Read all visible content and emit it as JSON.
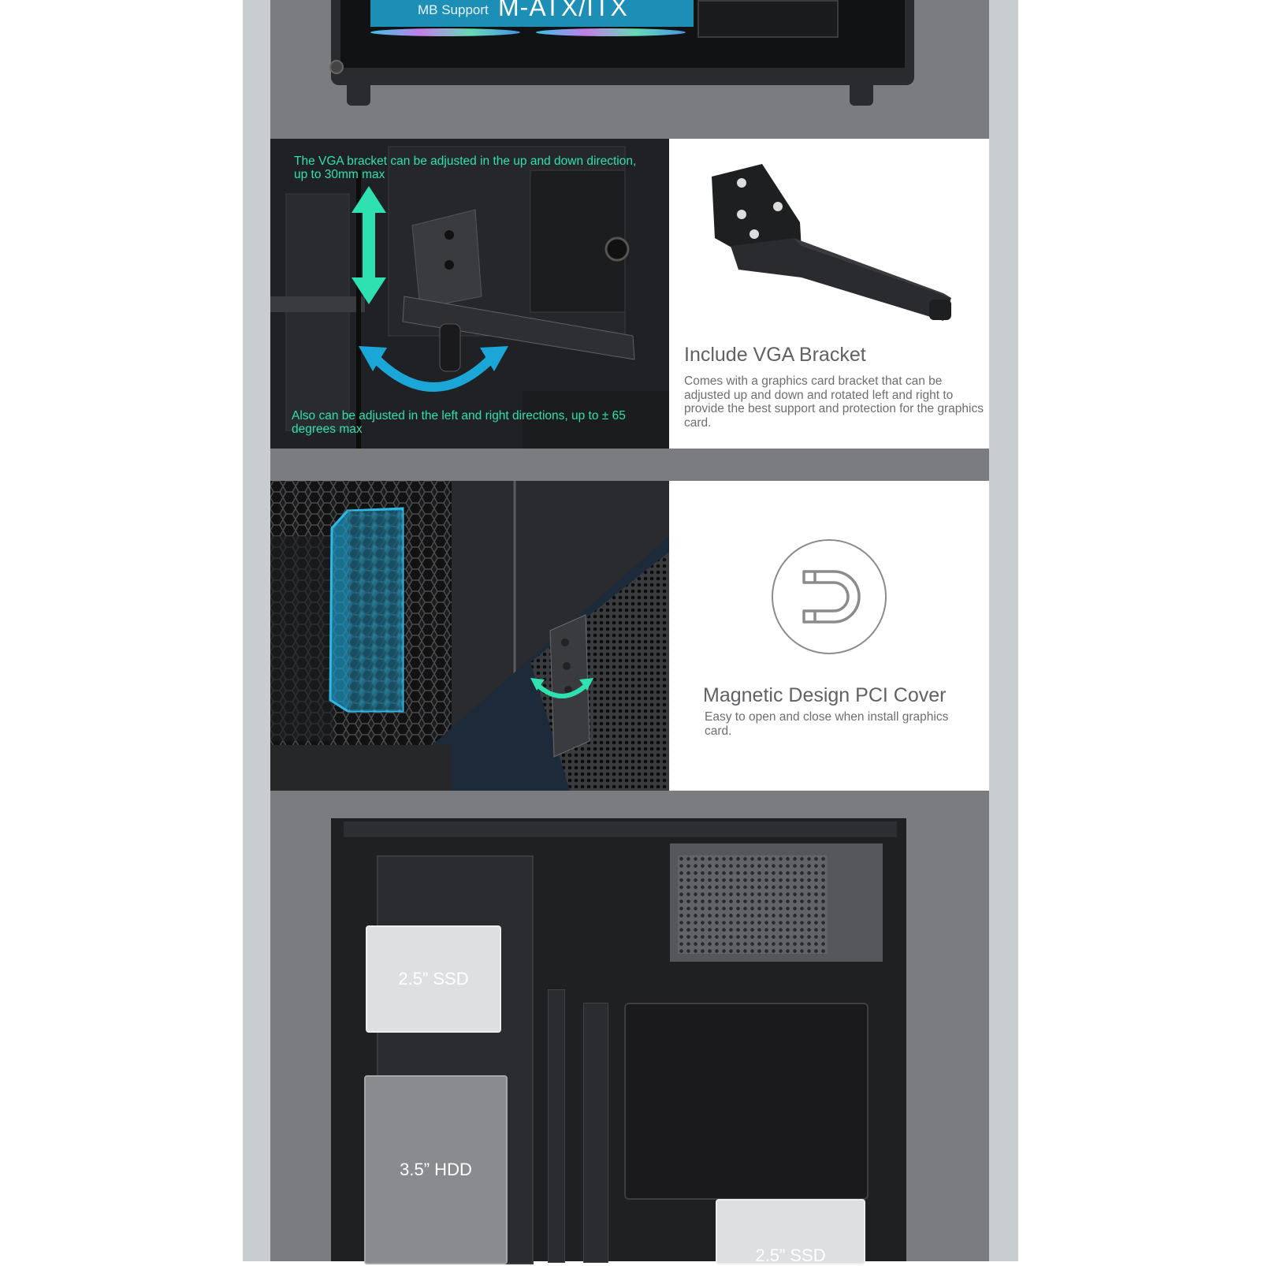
{
  "top_banner": {
    "small_label": "MB Support",
    "big_label": "M-ATX/ITX"
  },
  "vga_section": {
    "note_top": "The VGA bracket can be adjusted in the up and down direction, up to 30mm max",
    "note_bottom": "Also can be adjusted in the left and right directions, up to ± 65 degrees max",
    "title": "Include VGA Bracket",
    "description": "Comes with a graphics card bracket that can be adjusted up and down and rotated left and right to provide the best support and protection for the graphics card."
  },
  "pci_section": {
    "icon": "magnet-icon",
    "title": "Magnetic Design PCI Cover",
    "description": "Easy to open and close when install graphics card."
  },
  "storage_section": {
    "ssd_top_label": "2.5” SSD",
    "hdd_label": "3.5” HDD",
    "ssd_bottom_label": "2.5” SSD"
  },
  "colors": {
    "accent_green": "#2fe0b0",
    "accent_blue": "#1d8fb6",
    "panel_gray": "#7b7c7f"
  }
}
